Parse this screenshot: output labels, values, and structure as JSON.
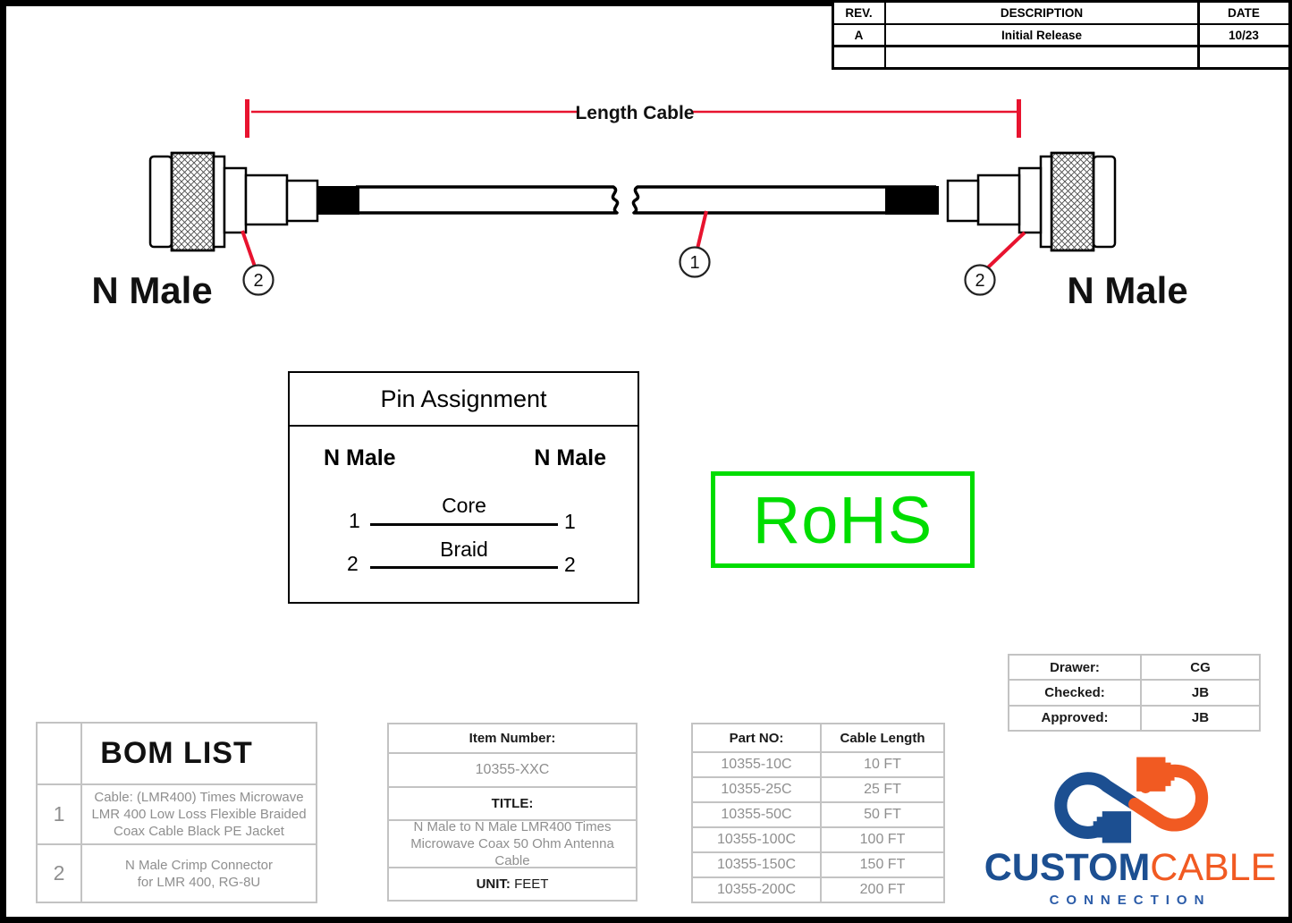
{
  "colors": {
    "dimension_red": "#e8132f",
    "rohs_green": "#00dd00",
    "logo_blue": "#1c4f91",
    "logo_orange": "#f15a22",
    "muted_gray": "#8f8f8f",
    "table_border_gray": "#c3c3c3"
  },
  "revision_table": {
    "headers": [
      "REV.",
      "DESCRIPTION",
      "DATE"
    ],
    "rows": [
      {
        "rev": "A",
        "description": "Initial Release",
        "date": "10/23"
      },
      {
        "rev": "",
        "description": "",
        "date": ""
      }
    ]
  },
  "drawing": {
    "dimension_label": "Length Cable",
    "left_connector_label": "N Male",
    "right_connector_label": "N Male",
    "callout_cable": "1",
    "callout_connector_left": "2",
    "callout_connector_right": "2"
  },
  "pin_assignment": {
    "title": "Pin Assignment",
    "left_header": "N Male",
    "right_header": "N Male",
    "rows": [
      {
        "left_pin": "1",
        "signal": "Core",
        "right_pin": "1"
      },
      {
        "left_pin": "2",
        "signal": "Braid",
        "right_pin": "2"
      }
    ]
  },
  "rohs": {
    "text": "RoHS"
  },
  "approval": {
    "rows": [
      {
        "label": "Drawer:",
        "value": "CG"
      },
      {
        "label": "Checked:",
        "value": "JB"
      },
      {
        "label": "Approved:",
        "value": "JB"
      }
    ]
  },
  "bom": {
    "title": "BOM LIST",
    "items": [
      {
        "number": "1",
        "description": "Cable: (LMR400) Times Microwave LMR 400 Low Loss Flexible Braided Coax Cable Black PE Jacket"
      },
      {
        "number": "2",
        "description": "N Male Crimp Connector for LMR 400, RG-8U"
      }
    ]
  },
  "item_info": {
    "item_number_label": "Item Number:",
    "item_number": "10355-XXC",
    "title_label": "TITLE:",
    "title": "N Male to N Male LMR400 Times Microwave Coax 50 Ohm Antenna Cable",
    "unit_label": "UNIT:",
    "unit": " FEET"
  },
  "part_table": {
    "headers": [
      "Part NO:",
      "Cable Length"
    ],
    "rows": [
      {
        "part_no": "10355-10C",
        "length": "10 FT"
      },
      {
        "part_no": "10355-25C",
        "length": "25 FT"
      },
      {
        "part_no": "10355-50C",
        "length": "50 FT"
      },
      {
        "part_no": "10355-100C",
        "length": "100 FT"
      },
      {
        "part_no": "10355-150C",
        "length": "150 FT"
      },
      {
        "part_no": "10355-200C",
        "length": "200 FT"
      }
    ]
  },
  "logo": {
    "custom": "CUSTOM",
    "cable": "CABLE",
    "connection": "CONNECTION"
  }
}
